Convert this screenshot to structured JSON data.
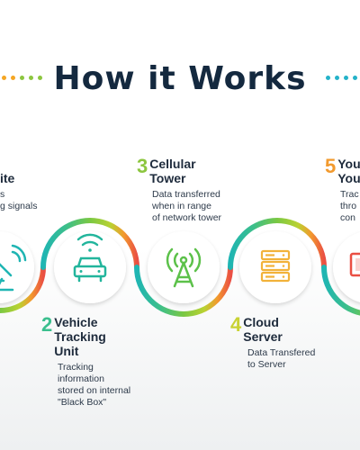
{
  "title": "How it Works",
  "colors": {
    "title": "#14293f",
    "teal": "#1fb5b3",
    "green": "#5cc14a",
    "lime": "#a6d135",
    "orange": "#f29a2e",
    "red": "#ea4f43",
    "dots_left": [
      "#f5a623",
      "#f5a623",
      "#8cc63f",
      "#8cc63f",
      "#8cc63f"
    ],
    "dots_right": [
      "#24b2c9",
      "#24b2c9",
      "#24b2c9",
      "#24b2c9",
      "#24b2c9"
    ]
  },
  "steps": [
    {
      "number": "",
      "title": "ite",
      "description": "s\ng signals",
      "icon": "satellite-dish-icon"
    },
    {
      "number": "2",
      "title": "Vehicle\nTracking\nUnit",
      "description": "Tracking\ninformation\nstored on internal\n\"Black Box\"",
      "icon": "car-signal-icon"
    },
    {
      "number": "3",
      "title": "Cellular\nTower",
      "description": "Data transferred\nwhen in range\nof network tower",
      "icon": "cell-tower-icon"
    },
    {
      "number": "4",
      "title": "Cloud\nServer",
      "description": "Data Transfered\nto Server",
      "icon": "server-icon"
    },
    {
      "number": "5",
      "title": "You\nYou",
      "description": "Trac\nthro\ncon",
      "icon": "laptop-icon"
    }
  ]
}
